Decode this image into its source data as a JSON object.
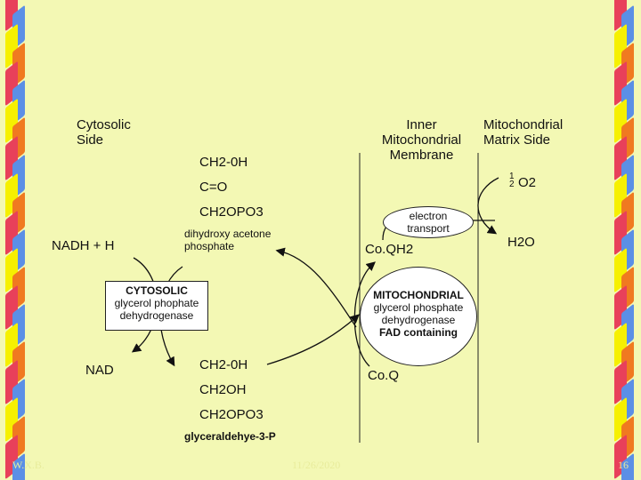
{
  "labels": {
    "cytosolic_side": [
      "Cytosolic",
      "Side"
    ],
    "inner_membrane": [
      "Inner",
      "Mitochondrial",
      "Membrane"
    ],
    "matrix_side": [
      "Mitochondrial",
      "Matrix Side"
    ]
  },
  "molecules": {
    "dhap_line1": "CH2-0H",
    "dhap_line2": "C=O",
    "dhap_line3": "CH2OPO3",
    "dhap_name": [
      "dihydroxy acetone",
      "phosphate"
    ],
    "g3p_line1": "CH2-0H",
    "g3p_line2": "CH2OH",
    "g3p_line3": "CH2OPO3",
    "g3p_name": "glyceraldehye-3-P",
    "nadh": "NADH + H",
    "nad": "NAD",
    "coqh2": "Co.QH2",
    "coq": "Co.Q",
    "half": "1",
    "half_den": "2",
    "o2": "O2",
    "h2o": "H2O"
  },
  "boxes": {
    "cytosolic": {
      "title": "CYTOSOLIC",
      "line1": "glycerol phophate",
      "line2": "dehydrogenase"
    },
    "mito": {
      "title": "MITOCHONDRIAL",
      "line1": "glycerol phosphate",
      "line2": "dehydrogenase",
      "line3": "FAD containing"
    },
    "electron": {
      "line1": "electron",
      "line2": "transport"
    }
  },
  "footer": {
    "left": "W.X.B.",
    "center": "11/26/2020",
    "right": "16"
  },
  "colors": {
    "bg": "#f3f8b4",
    "stripe_red": "#e8405a",
    "stripe_blue": "#5b8fe6",
    "stripe_yellow": "#f6f000",
    "stripe_orange": "#f07a20"
  }
}
